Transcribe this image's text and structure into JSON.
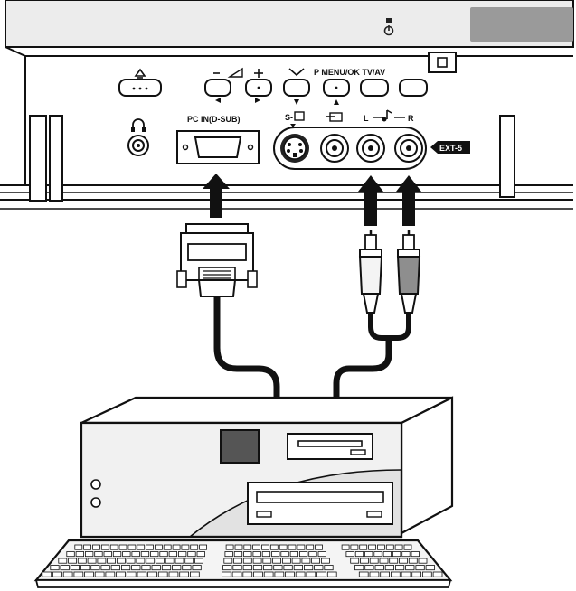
{
  "panel": {
    "menu_label": "P MENU/OK TV/AV",
    "pc_in_label": "PC IN(D-SUB)",
    "svideo_label": "S-",
    "audio_left_label": "L",
    "audio_right_label": "R",
    "ext_label": "EXT-5"
  },
  "icons": {
    "power": "power-icon",
    "menu_home": "home-icon",
    "volume_down": "minus-icon",
    "volume_up": "plus-icon",
    "headphone": "headphone-icon",
    "av_input": "input-icon",
    "music_note": "music-note-icon"
  },
  "colors": {
    "line": "#111111",
    "panel_top": "#ececec",
    "panel_dark": "#9a9a9a",
    "plug_red": "#8e8e8e",
    "plug_white": "#f4f4f4"
  }
}
